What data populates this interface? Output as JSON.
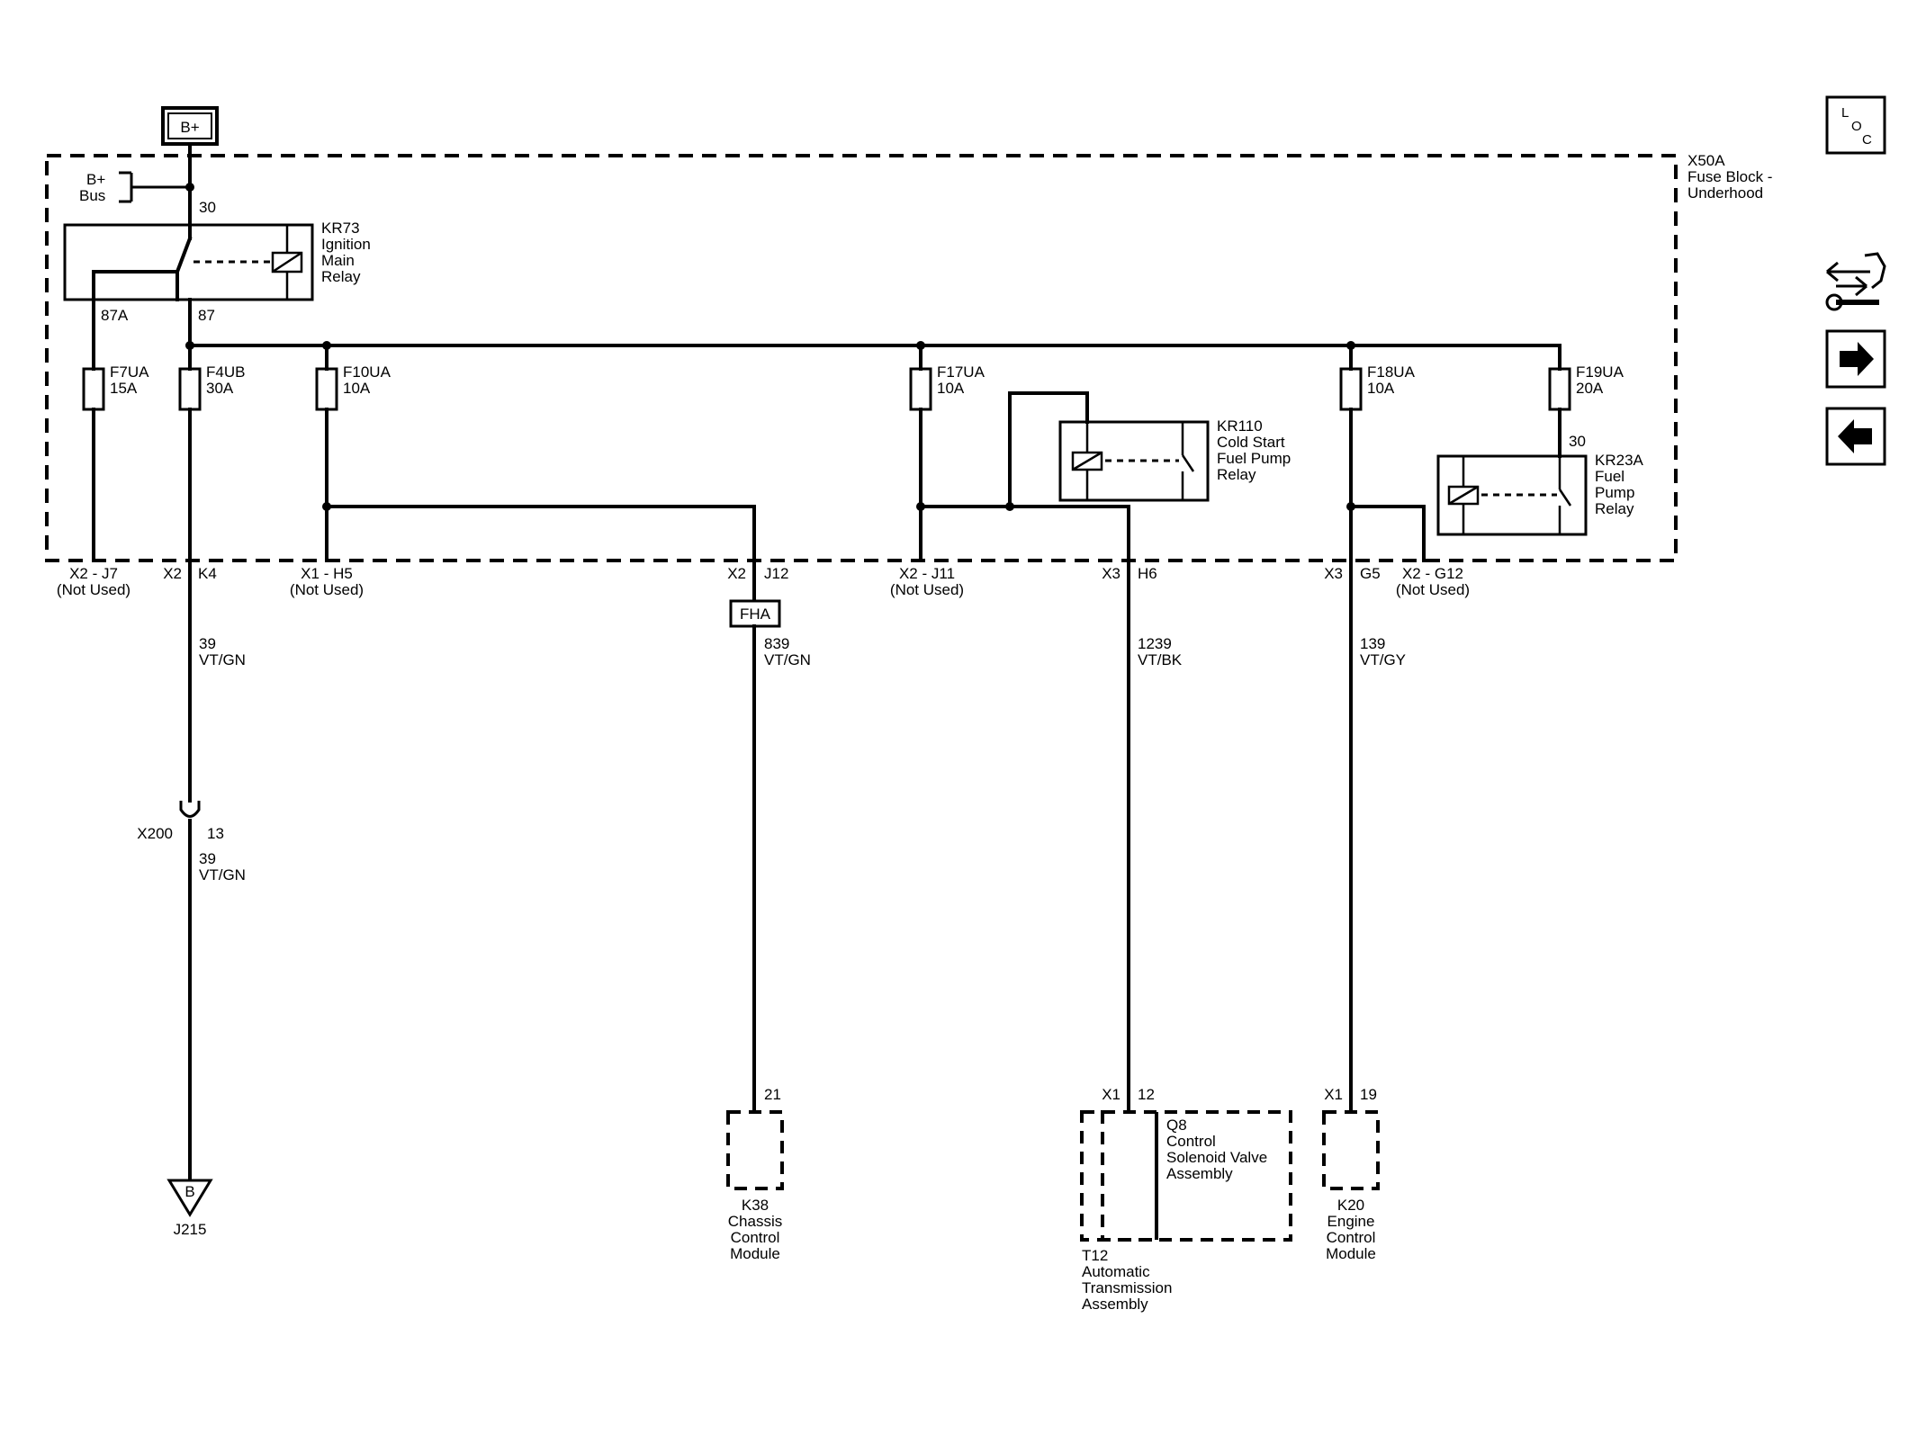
{
  "power_source": {
    "label": "B+"
  },
  "fuse_block": {
    "id": "X50A",
    "name_line1": "Fuse Block -",
    "name_line2": "Underhood"
  },
  "bus": {
    "line1": "B+",
    "line2": "Bus"
  },
  "relays": {
    "kr73": {
      "id": "KR73",
      "l1": "Ignition",
      "l2": "Main",
      "l3": "Relay",
      "pin_in": "30",
      "pin_nc": "87A",
      "pin_no": "87"
    },
    "kr110": {
      "id": "KR110",
      "l1": "Cold Start",
      "l2": "Fuel Pump",
      "l3": "Relay"
    },
    "kr23a": {
      "id": "KR23A",
      "l1": "Fuel",
      "l2": "Pump",
      "l3": "Relay",
      "pin_in": "30"
    }
  },
  "fuses": [
    {
      "id": "F7UA",
      "rating": "15A"
    },
    {
      "id": "F4UB",
      "rating": "30A"
    },
    {
      "id": "F10UA",
      "rating": "10A"
    },
    {
      "id": "F17UA",
      "rating": "10A"
    },
    {
      "id": "F18UA",
      "rating": "10A"
    },
    {
      "id": "F19UA",
      "rating": "20A"
    }
  ],
  "connectors": {
    "x2_j7": {
      "pin": "X2 - J7",
      "note": "(Not Used)"
    },
    "x2_k4": {
      "conn": "X2",
      "pin": "K4"
    },
    "x1_h5": {
      "pin": "X1 - H5",
      "note": "(Not Used)"
    },
    "x2_j12": {
      "conn": "X2",
      "pin": "J12"
    },
    "x2_j11": {
      "pin": "X2 - J11",
      "note": "(Not Used)"
    },
    "x3_h6": {
      "conn": "X3",
      "pin": "H6"
    },
    "x3_g5": {
      "conn": "X3",
      "pin": "G5"
    },
    "x2_g12": {
      "pin": "X2 - G12",
      "note": "(Not Used)"
    }
  },
  "wires": {
    "w39a": {
      "circuit": "39",
      "color": "VT/GN"
    },
    "w39b": {
      "circuit": "39",
      "color": "VT/GN"
    },
    "w839": {
      "circuit": "839",
      "color": "VT/GN"
    },
    "w1239": {
      "circuit": "1239",
      "color": "VT/BK"
    },
    "w139": {
      "circuit": "139",
      "color": "VT/GY"
    }
  },
  "inline": {
    "id": "X200",
    "pin": "13"
  },
  "fha": {
    "label": "FHA"
  },
  "ground_ref": {
    "letter": "B",
    "label": "J215"
  },
  "modules": {
    "k38": {
      "pin": "21",
      "id": "K38",
      "l1": "Chassis",
      "l2": "Control",
      "l3": "Module"
    },
    "t12": {
      "conn": "X1",
      "pin": "12",
      "id": "T12",
      "l1": "Automatic",
      "l2": "Transmission",
      "l3": "Assembly"
    },
    "q8": {
      "id": "Q8",
      "l1": "Control",
      "l2": "Solenoid Valve",
      "l3": "Assembly"
    },
    "k20": {
      "conn": "X1",
      "pin": "19",
      "id": "K20",
      "l1": "Engine",
      "l2": "Control",
      "l3": "Module"
    }
  },
  "nav": {
    "loc": {
      "l": "L",
      "o": "O",
      "c": "C"
    },
    "icons": [
      "component-locator-icon",
      "service-tool-icon",
      "next-page-arrow-icon",
      "previous-page-arrow-icon"
    ]
  }
}
